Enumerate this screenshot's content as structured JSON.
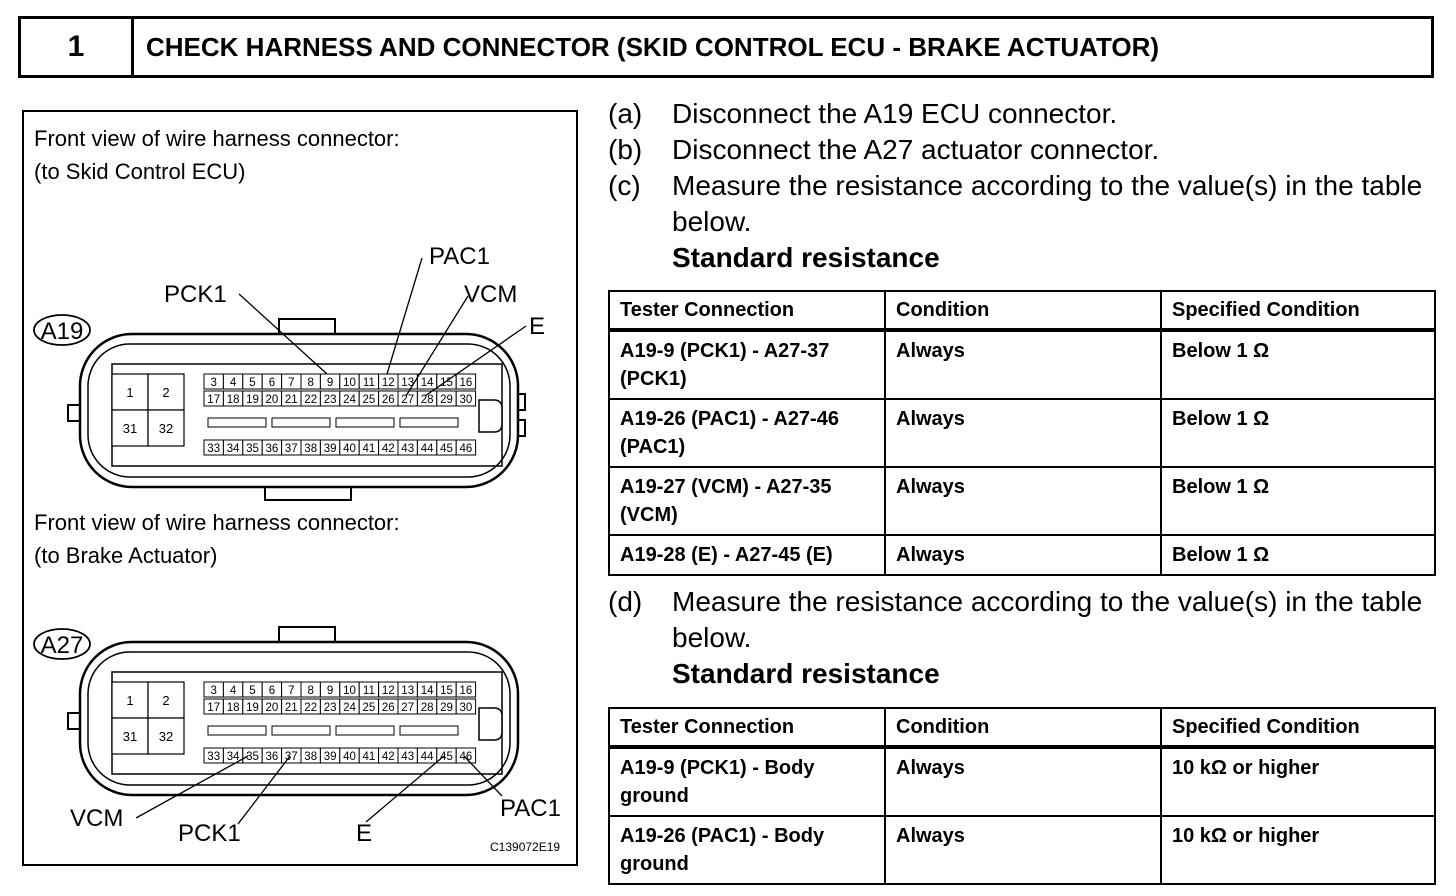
{
  "header": {
    "step_number": "1",
    "title": "CHECK HARNESS AND CONNECTOR (SKID CONTROL ECU - BRAKE ACTUATOR)"
  },
  "figure": {
    "caption_a19_line1": "Front view of wire harness connector:",
    "caption_a19_line2": "(to Skid Control ECU)",
    "caption_a27_line1": "Front view of wire harness connector:",
    "caption_a27_line2": "(to Brake Actuator)",
    "a19": {
      "id": "A19",
      "labels": {
        "pac1": "PAC1",
        "pck1": "PCK1",
        "vcm": "VCM",
        "e": "E"
      }
    },
    "a27": {
      "id": "A27",
      "labels": {
        "vcm": "VCM",
        "pck1": "PCK1",
        "e": "E",
        "pac1": "PAC1"
      }
    },
    "pins": {
      "big": [
        "1",
        "2",
        "31",
        "32"
      ],
      "row1": [
        "3",
        "4",
        "5",
        "6",
        "7",
        "8",
        "9",
        "10",
        "11",
        "12",
        "13",
        "14",
        "15",
        "16"
      ],
      "row2": [
        "17",
        "18",
        "19",
        "20",
        "21",
        "22",
        "23",
        "24",
        "25",
        "26",
        "27",
        "28",
        "29",
        "30"
      ],
      "row3": [
        "33",
        "34",
        "35",
        "36",
        "37",
        "38",
        "39",
        "40",
        "41",
        "42",
        "43",
        "44",
        "45",
        "46"
      ]
    },
    "code": "C139072E19"
  },
  "steps_top": [
    {
      "label": "(a)",
      "text": "Disconnect the A19 ECU connector."
    },
    {
      "label": "(b)",
      "text": "Disconnect the A27 actuator connector."
    },
    {
      "label": "(c)",
      "text": "Measure the resistance according to the value(s) in the table below."
    }
  ],
  "standard_resistance_1": "Standard resistance",
  "table1": {
    "headers": [
      "Tester Connection",
      "Condition",
      "Specified Condition"
    ],
    "rows": [
      {
        "connection": "A19-9 (PCK1) - A27-37 (PCK1)",
        "condition": "Always",
        "spec": "Below 1 Ω"
      },
      {
        "connection": "A19-26 (PAC1) - A27-46 (PAC1)",
        "condition": "Always",
        "spec": "Below 1 Ω"
      },
      {
        "connection": "A19-27 (VCM) - A27-35 (VCM)",
        "condition": "Always",
        "spec": "Below 1 Ω"
      },
      {
        "connection": "A19-28 (E) - A27-45 (E)",
        "condition": "Always",
        "spec": "Below 1 Ω"
      }
    ]
  },
  "step_d": {
    "label": "(d)",
    "text": "Measure the resistance according to the value(s) in the table below."
  },
  "standard_resistance_2": "Standard resistance",
  "table2": {
    "headers": [
      "Tester Connection",
      "Condition",
      "Specified Condition"
    ],
    "rows": [
      {
        "connection": "A19-9 (PCK1) - Body ground",
        "condition": "Always",
        "spec": "10 kΩ or higher"
      },
      {
        "connection": "A19-26 (PAC1) - Body ground",
        "condition": "Always",
        "spec": "10 kΩ or higher"
      }
    ]
  }
}
